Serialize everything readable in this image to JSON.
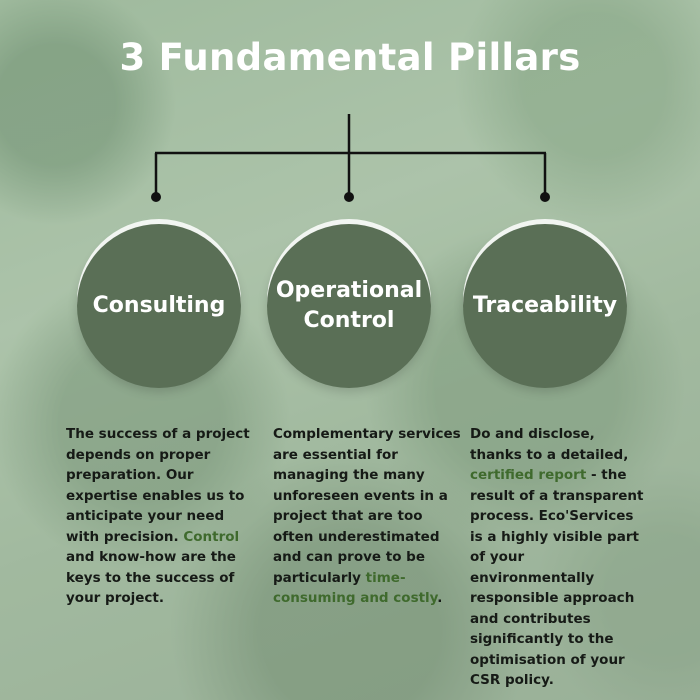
{
  "title": "3 Fundamental Pillars",
  "pillars": [
    {
      "name": "Consulting",
      "text_before": "The success of a project depends on proper preparation. Our expertise enables us to anticipate your need with precision.",
      "highlight": "Control",
      "text_after": " and know-how are the keys to the success of your project."
    },
    {
      "name_line1": "Operational",
      "name_line2": "Control",
      "text_before": "Complementary services are essential for managing the many unforeseen events in a project that are too often underestimated and can prove to be particularly ",
      "highlight": "time-consuming and costly",
      "text_after": "."
    },
    {
      "name": "Traceability",
      "text_before": "Do and disclose, thanks to a detailed, ",
      "highlight": "certified report",
      "text_after": " - the result of a transparent process. Eco'Services is a highly visible part of your environmentally responsible approach and contributes significantly to the optimisation of your CSR policy."
    }
  ],
  "colors": {
    "circle": "#5a6f56",
    "highlight": "#3f6a2d",
    "text": "#161a16"
  }
}
